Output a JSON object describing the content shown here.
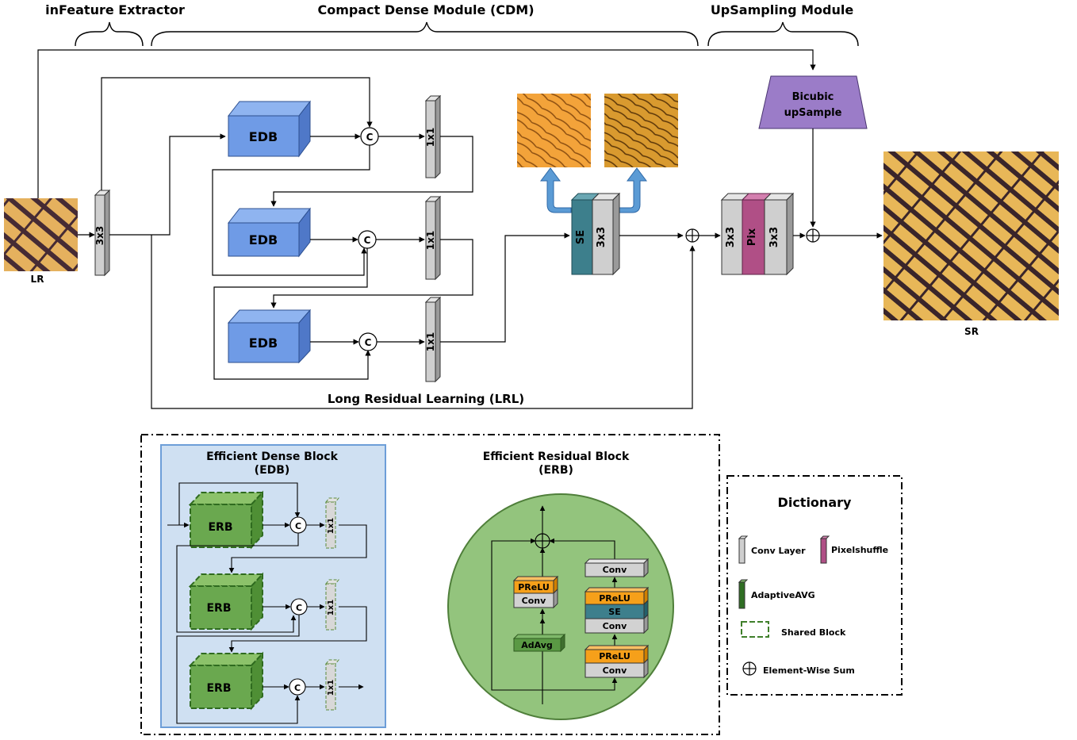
{
  "sections": {
    "extractor": "inFeature Extractor",
    "cdm": "Compact Dense Module (CDM)",
    "upsampling": "UpSampling Module"
  },
  "io": {
    "lr": "LR",
    "sr": "SR"
  },
  "blocks": {
    "conv3x3": "3x3",
    "conv1x1": "1x1",
    "edb": "EDB",
    "concat": "C",
    "se": "SE",
    "pix": "Pix",
    "bicubic_line1": "Bicubic",
    "bicubic_line2": "upSample"
  },
  "lrl_label": "Long Residual Learning (LRL)",
  "edb_panel": {
    "title_line1": "Efficient Dense Block",
    "title_line2": "(EDB)",
    "erb": "ERB",
    "concat": "C",
    "conv1x1": "1x1"
  },
  "erb_panel": {
    "title_line1": "Efficient Residual Block",
    "title_line2": "(ERB)",
    "prelu": "PReLU",
    "conv": "Conv",
    "adavg": "AdAvg",
    "se": "SE"
  },
  "dictionary": {
    "title": "Dictionary",
    "conv_layer": "Conv Layer",
    "pixelshuffle": "Pixelshuffle",
    "adaptiveavg": "AdaptiveAVG",
    "shared_block": "Shared Block",
    "elementwise_sum": "Element-Wise Sum"
  },
  "colors": {
    "edb_front": "#6f9be6",
    "edb_top": "#8fb4f0",
    "edb_side": "#4f78c8",
    "conv_gray": "#cfcfcf",
    "se_teal": "#3d7f8c",
    "pix_magenta": "#b04f86",
    "bicubic_purple": "#9b7cc8",
    "erb_green": "#6aa84f",
    "prelu_orange": "#f6a01a",
    "edb_panel_bg": "#cfe0f2",
    "erb_circle": "#93c47d",
    "arrow_blue": "#5b9bd5"
  }
}
